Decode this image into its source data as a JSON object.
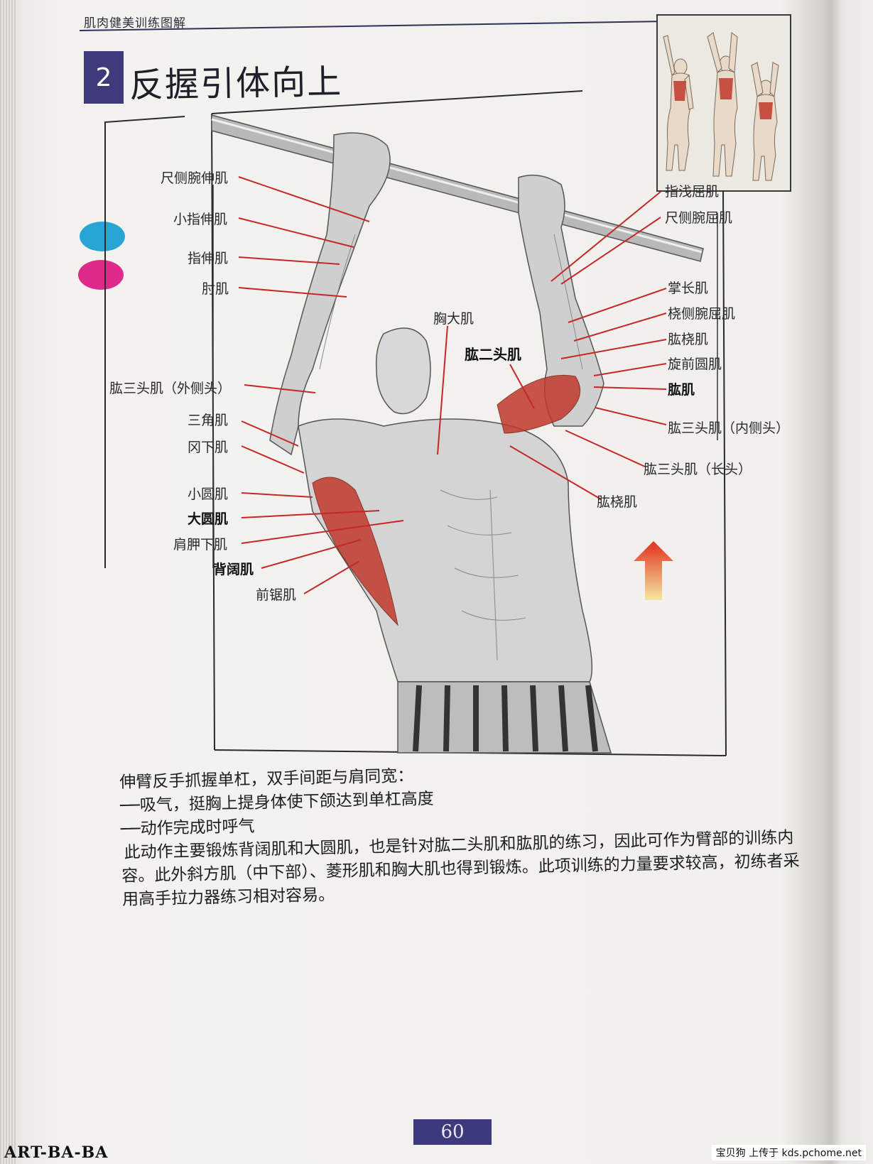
{
  "header": {
    "book_title": "肌肉健美训练图解"
  },
  "exercise": {
    "number": "2",
    "title": "反握引体向上"
  },
  "labels_left": [
    {
      "text": "尺侧腕伸肌",
      "bold": false
    },
    {
      "text": "小指伸肌",
      "bold": false
    },
    {
      "text": "指伸肌",
      "bold": false
    },
    {
      "text": "肘肌",
      "bold": false
    },
    {
      "text": "肱三头肌（外侧头）",
      "bold": false
    },
    {
      "text": "三角肌",
      "bold": false
    },
    {
      "text": "冈下肌",
      "bold": false
    },
    {
      "text": "小圆肌",
      "bold": false
    },
    {
      "text": "大圆肌",
      "bold": true
    },
    {
      "text": "肩胛下肌",
      "bold": false
    },
    {
      "text": "背阔肌",
      "bold": true
    },
    {
      "text": "前锯肌",
      "bold": false
    }
  ],
  "labels_center": [
    {
      "text": "胸大肌",
      "bold": false
    },
    {
      "text": "肱二头肌",
      "bold": true
    }
  ],
  "labels_right": [
    {
      "text": "指浅屈肌",
      "bold": false
    },
    {
      "text": "尺侧腕屈肌",
      "bold": false
    },
    {
      "text": "掌长肌",
      "bold": false
    },
    {
      "text": "桡侧腕屈肌",
      "bold": false
    },
    {
      "text": "肱桡肌",
      "bold": false
    },
    {
      "text": "旋前圆肌",
      "bold": false
    },
    {
      "text": "肱肌",
      "bold": true
    },
    {
      "text": "肱三头肌（内侧头）",
      "bold": false
    },
    {
      "text": "肱三头肌（长头）",
      "bold": false
    },
    {
      "text": "肱桡肌",
      "bold": false
    }
  ],
  "body": {
    "line1": "伸臂反手抓握单杠，双手间距与肩同宽：",
    "line2": "──吸气，挺胸上提身体使下颌达到单杠高度",
    "line3": "──动作完成时呼气",
    "paragraph": "此动作主要锻炼背阔肌和大圆肌，也是针对肱二头肌和肱肌的练习，因此可作为臂部的训练内容。此外斜方肌（中下部）、菱形肌和胸大肌也得到锻炼。此项训练的力量要求较高，初练者采用高手拉力器练习相对容易。"
  },
  "page_number": "60",
  "watermark": {
    "left": "ART-BA-BA",
    "right": "宝贝狗 上传于 kds.pchome.net"
  },
  "colors": {
    "accent": "#3f3a7a",
    "leader_line": "#c62828",
    "dot_blue": "#27a6d6",
    "dot_pink": "#de2a8a",
    "muscle_red": "#c0392b"
  }
}
